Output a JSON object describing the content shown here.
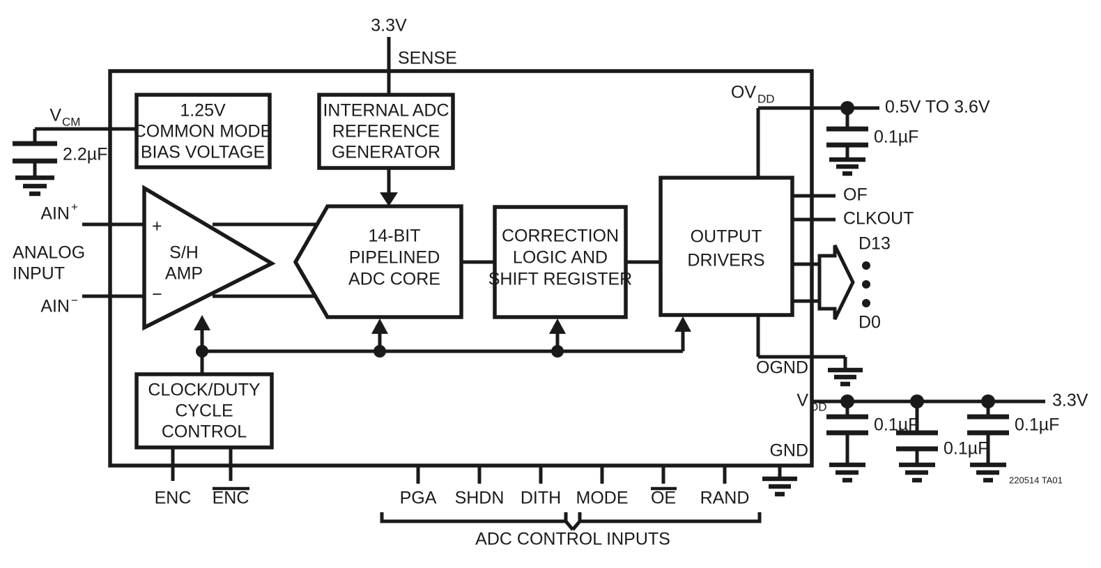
{
  "diagram": {
    "title": "LTC2205 ADC Typical Application Block Diagram",
    "part_code": "220514 TA01",
    "blocks": [
      {
        "id": "cm_bias",
        "lines": [
          "1.25V",
          "COMMON MODE",
          "BIAS VOLTAGE"
        ]
      },
      {
        "id": "ref_gen",
        "lines": [
          "INTERNAL ADC",
          "REFERENCE",
          "GENERATOR"
        ]
      },
      {
        "id": "sh_amp",
        "lines": [
          "S/H",
          "AMP"
        ]
      },
      {
        "id": "adc_core",
        "lines": [
          "14-BIT",
          "PIPELINED",
          "ADC CORE"
        ]
      },
      {
        "id": "corr",
        "lines": [
          "CORRECTION",
          "LOGIC AND",
          "SHIFT REGISTER"
        ]
      },
      {
        "id": "outdrv",
        "lines": [
          "OUTPUT",
          "DRIVERS"
        ]
      },
      {
        "id": "clkduty",
        "lines": [
          "CLOCK/DUTY",
          "CYCLE",
          "CONTROL"
        ]
      }
    ],
    "supply_top": {
      "voltage": "3.3V",
      "pin": "SENSE"
    },
    "left": {
      "vcm_pin": "V",
      "vcm_sub": "CM",
      "vcm_cap": "2.2µF",
      "ain_p": "AIN",
      "ain_p_sup": "+",
      "ain_n": "AIN",
      "ain_n_sup": "−",
      "analog_input": [
        "ANALOG",
        "INPUT"
      ],
      "amp_plus": "+",
      "amp_minus": "−"
    },
    "right": {
      "ovdd_pin": "OV",
      "ovdd_sub": "DD",
      "ovdd_rail": "0.5V TO 3.6V",
      "ovdd_cap": "0.1µF",
      "of_pin": "OF",
      "clkout_pin": "CLKOUT",
      "d_msb": "D13",
      "d_lsb": "D0",
      "ognd_pin": "OGND",
      "vdd_pin": "V",
      "vdd_sub": "DD",
      "vdd_rail": "3.3V",
      "gnd_pin": "GND",
      "vdd_caps": [
        "0.1µF",
        "0.1µF",
        "0.1µF"
      ]
    },
    "bottom": {
      "enc_pins": [
        "ENC",
        "ENC"
      ],
      "enc_overbar_index": 1,
      "control_pins": [
        "PGA",
        "SHDN",
        "DITH",
        "MODE",
        "OE",
        "RAND"
      ],
      "control_overbar_pins": [
        "OE"
      ],
      "control_group_label": "ADC CONTROL INPUTS"
    },
    "colors": {
      "ink": "#1a1a1a",
      "paper": "#ffffff"
    }
  }
}
